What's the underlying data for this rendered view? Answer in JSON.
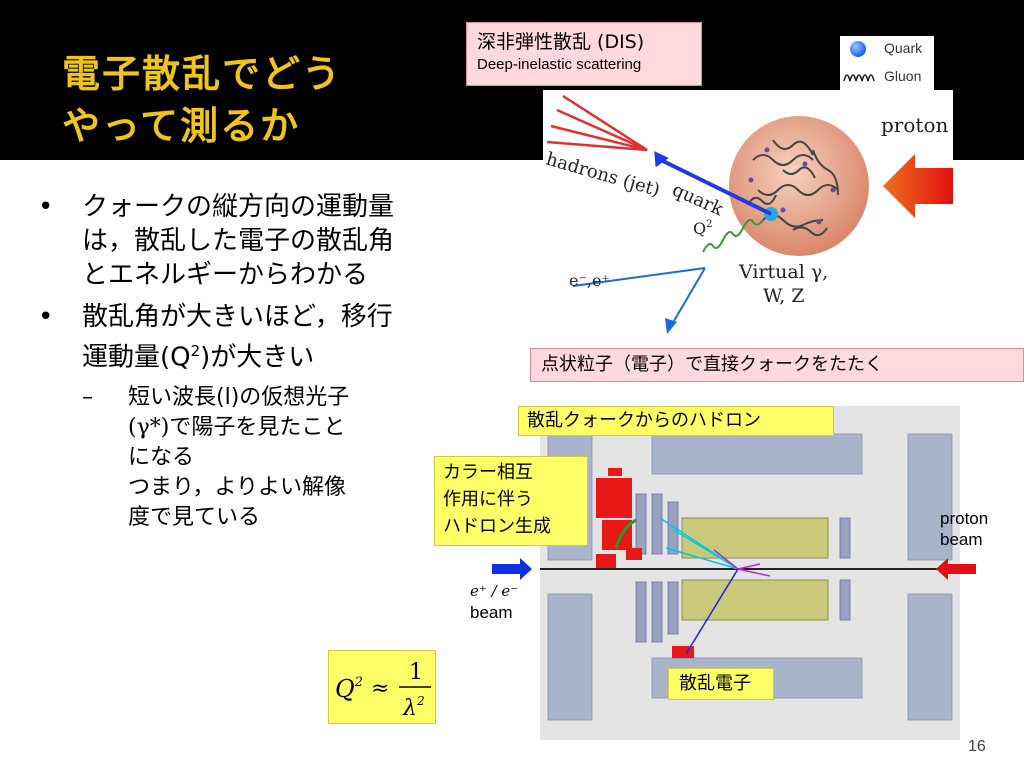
{
  "slide": {
    "title_line1": "電子散乱でどう",
    "title_line2": "やって測るか",
    "page_number": "16"
  },
  "callouts": {
    "dis_title": "深非弾性散乱 (DIS)",
    "dis_subtitle": "Deep-inelastic scattering",
    "pointlike": "点状粒子（電子）で直接クォークをたたく",
    "hadrons_from_quark": "散乱クォークからのハドロン",
    "color_interaction_line1": "カラー相互",
    "color_interaction_line2": "作用に伴う",
    "color_interaction_line3": "ハドロン生成",
    "scattered_electron": "散乱電子"
  },
  "legend": {
    "quark": "Quark",
    "gluon": "Gluon"
  },
  "dis_diagram": {
    "hadrons_jet": "hadrons (jet)",
    "quark": "quark",
    "q2": "Q",
    "q2_exp": "2",
    "virtual": "Virtual γ,",
    "wz": "W, Z",
    "electron": "e⁻,e⁺",
    "proton": "proton"
  },
  "bullets": [
    {
      "text": "クォークの縦方向の運動量は，散乱した電子の散乱角とエネルギーからわかる"
    },
    {
      "text_a": "散乱角が大きいほど，移行運動量(Q",
      "sup": "2",
      "text_b": ")が大きい"
    }
  ],
  "sub_bullet": {
    "line1": "短い波長(l)の仮想光子",
    "line2_sym": "(γ*)",
    "line2_rest": "で陽子を見たこと",
    "line3": "になる",
    "line4": "つまり，よりよい解像",
    "line5": "度で見ている"
  },
  "formula": {
    "lhs": "Q",
    "lhs_exp": "2",
    "approx": "≈",
    "numerator": "1",
    "denominator": "λ",
    "den_exp": "2"
  },
  "detector": {
    "proton_beam_line1": "proton",
    "proton_beam_line2": "beam",
    "e_beam_line1": "e⁺ / e⁻",
    "e_beam_line2": "beam"
  },
  "colors": {
    "title": "#f0c419",
    "header_bg": "#000000",
    "callout_pink": "#ffd9dd",
    "callout_yellow": "#ffff66",
    "quark_blue": "#1a5cff",
    "beam_red": "#e01010",
    "beam_blue": "#1030e0",
    "proton_ball": "#e8a88c"
  }
}
